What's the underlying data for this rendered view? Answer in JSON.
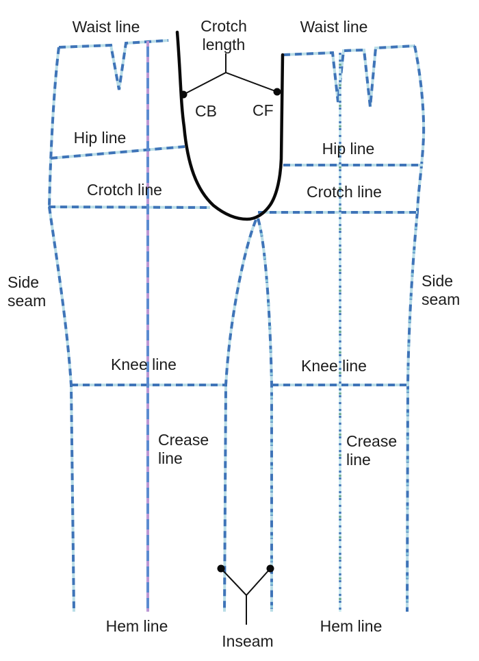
{
  "labels": {
    "waist_line_left": "Waist line",
    "waist_line_right": "Waist line",
    "crotch_length_line1": "Crotch",
    "crotch_length_line2": "length",
    "cb": "CB",
    "cf": "CF",
    "hip_line_left": "Hip line",
    "hip_line_right": "Hip line",
    "crotch_line_left": "Crotch line",
    "crotch_line_right": "Crotch line",
    "side_seam_left_line1": "Side",
    "side_seam_left_line2": "seam",
    "side_seam_right_line1": "Side",
    "side_seam_right_line2": "seam",
    "knee_line_left": "Knee line",
    "knee_line_right": "Knee line",
    "crease_line_left_line1": "Crease",
    "crease_line_left_line2": "line",
    "crease_line_right_line1": "Crease",
    "crease_line_right_line2": "line",
    "hem_line_left": "Hem line",
    "hem_line_right": "Hem line",
    "inseam": "Inseam"
  },
  "colors": {
    "pattern_line_blue": "#3f74b8",
    "pattern_line_light": "#b9dde7",
    "crease_left_blue": "#5b8bd0",
    "crease_left_lavender": "#bb97d4",
    "crease_right_light": "#c6e8ef",
    "crease_right_green": "#6aa892",
    "crotch_curve_black": "#0a0a0a",
    "text": "#1c1c1c",
    "background": "#ffffff"
  }
}
